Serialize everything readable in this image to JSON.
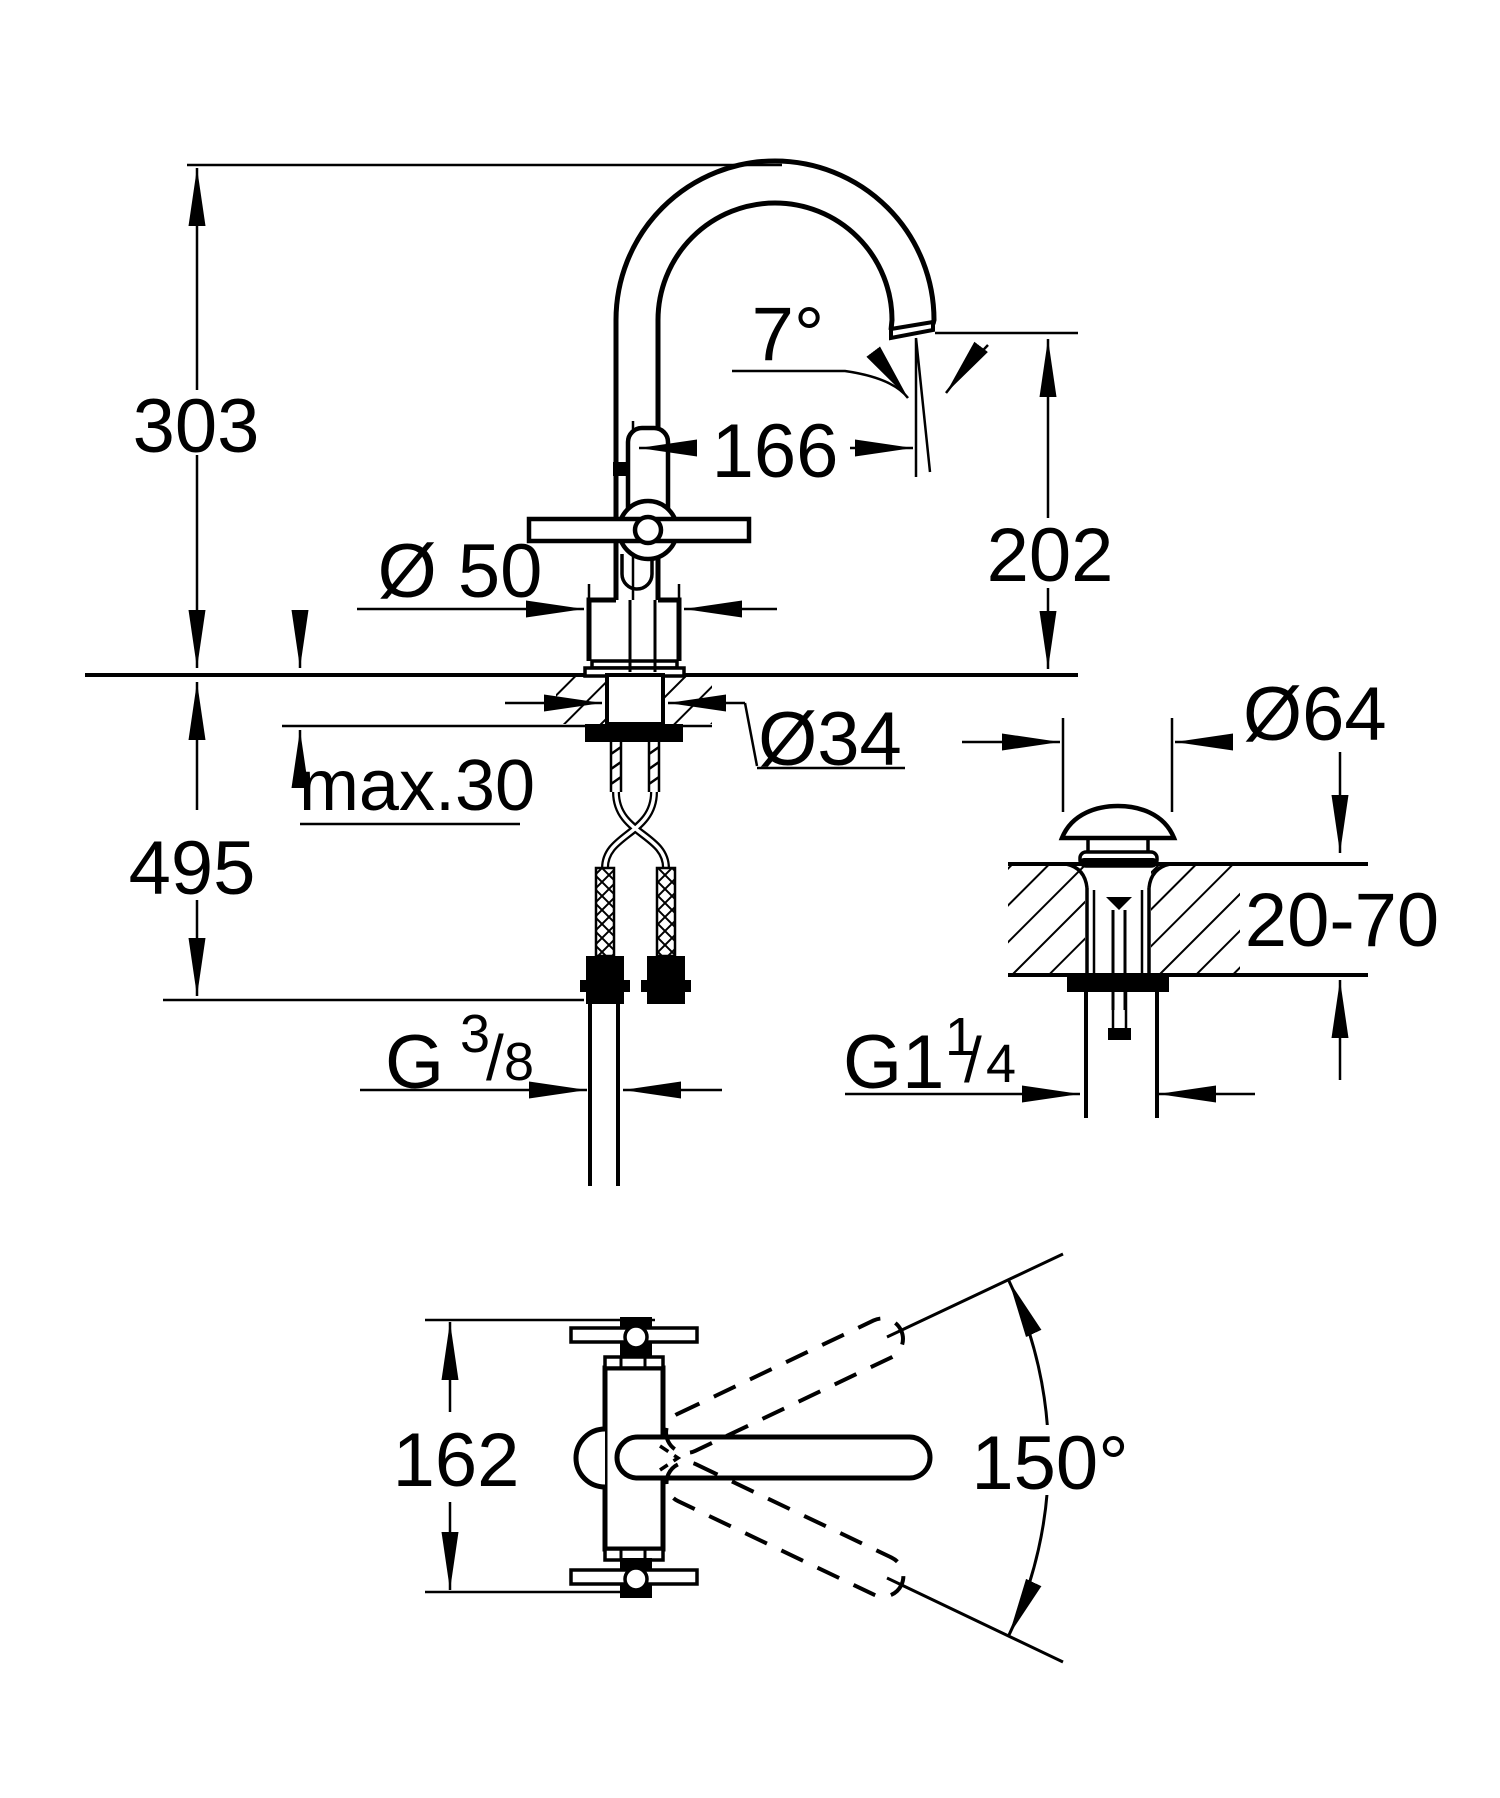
{
  "page": {
    "background": "#ffffff",
    "ink": "#000000",
    "description": "Basin mixer faucet installation dimension drawing with side view, pop-up waste section view and top swivel view"
  },
  "labels": {
    "height_above_deck": "303",
    "depth_below_deck": "495",
    "max_deck_thickness": "max.30",
    "base_diameter": "Ø 50",
    "shank_diameter": "Ø34",
    "spout_tilt_angle": "7°",
    "spout_reach": "166",
    "outlet_height": "202",
    "supply_thread": {
      "base": "G",
      "numerator": "3",
      "slash": "/",
      "denominator": "8"
    },
    "plug_diameter": "Ø64",
    "basin_thickness_range": "20-70",
    "waste_thread": {
      "base": "G1",
      "numerator": "1",
      "slash": "/",
      "denominator": "4"
    },
    "handle_width": "162",
    "swivel_angle": "150°"
  }
}
